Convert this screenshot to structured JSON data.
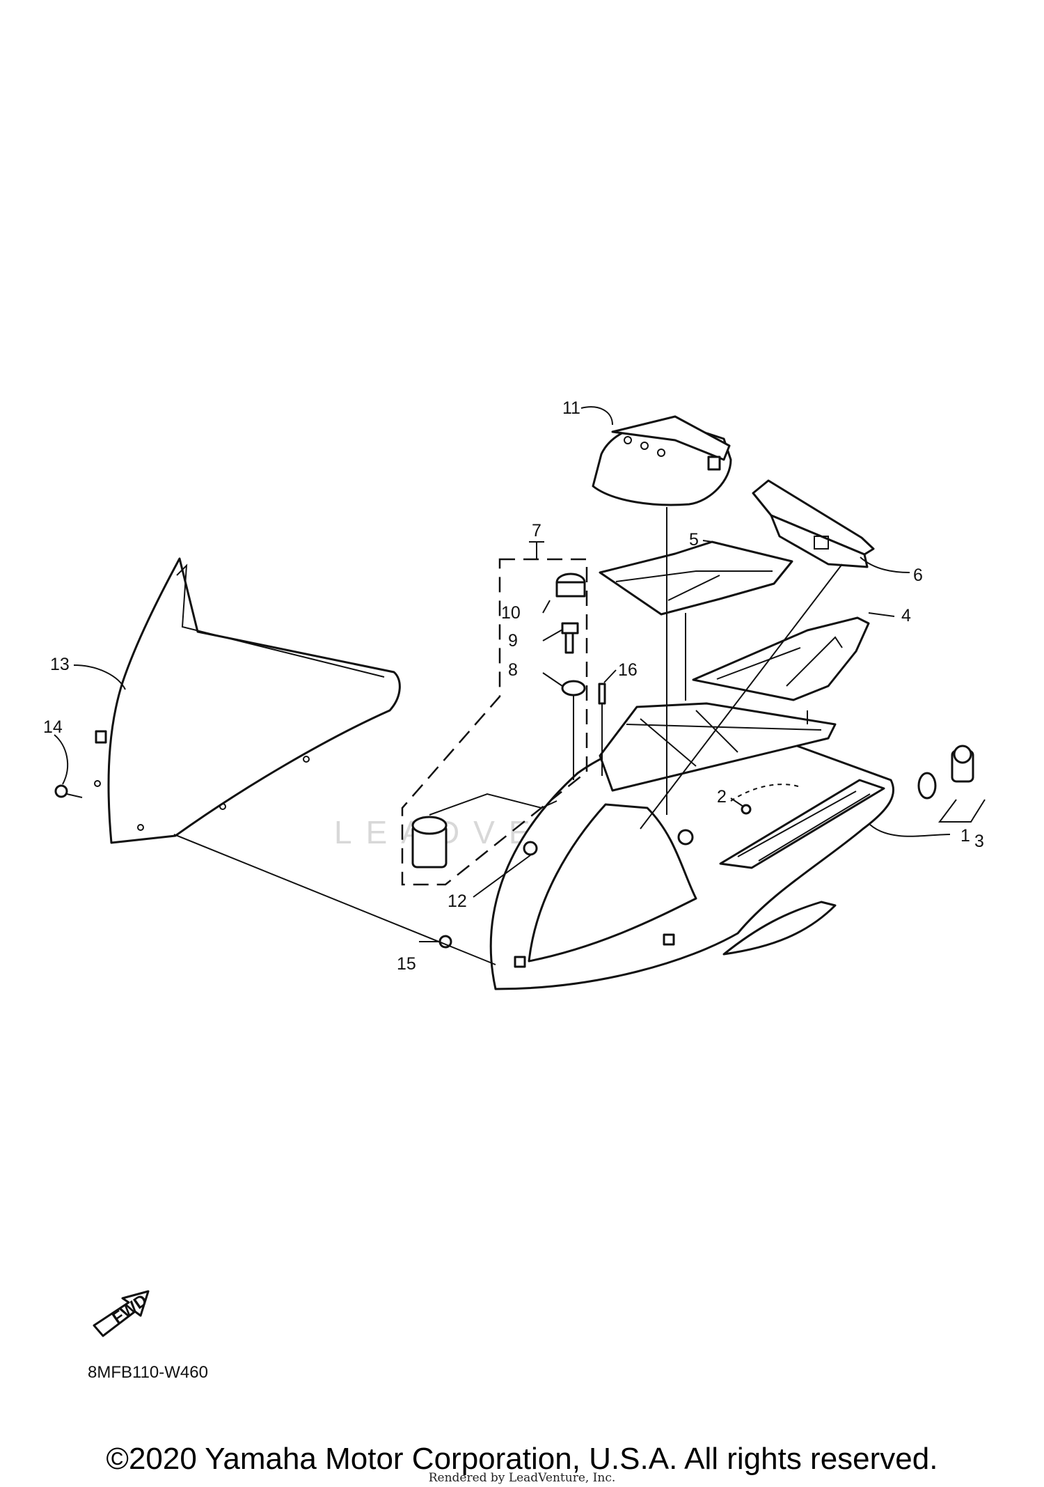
{
  "diagram": {
    "callouts": [
      "1",
      "2",
      "3",
      "4",
      "5",
      "6",
      "7",
      "8",
      "9",
      "10",
      "11",
      "12",
      "13",
      "14",
      "15",
      "16"
    ],
    "fwd_label": "FWD",
    "drawing_code": "8MFB110-W460",
    "watermark": "LEADVENTURE"
  },
  "footer": {
    "copyright": "©2020 Yamaha Motor Corporation, U.S.A. All rights reserved.",
    "rendered_by": "Rendered by LeadVenture, Inc."
  }
}
